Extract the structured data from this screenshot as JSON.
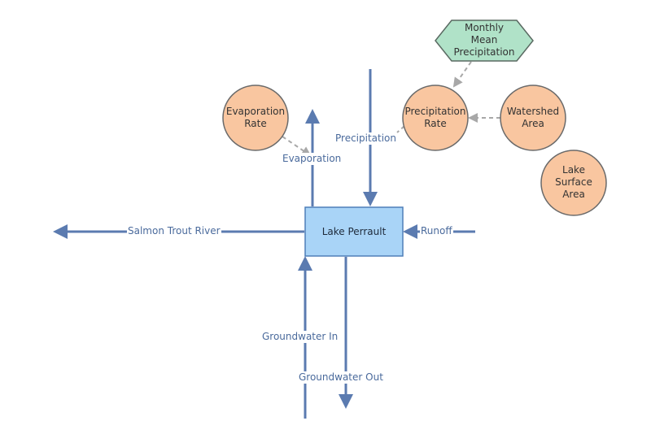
{
  "colors": {
    "flow": "#5b7bb0",
    "flow_label": "#4a6a9c",
    "link": "#a8a8a8",
    "stock_fill": "#a9d4f7",
    "stock_border": "#4f7fb8",
    "converter_fill": "#f9c6a0",
    "converter_border": "#6a6a6a",
    "hexagon_fill": "#b0e2c8",
    "hexagon_border": "#5a6a62"
  },
  "stock": {
    "label": "Lake Perrault"
  },
  "flows": {
    "precipitation": "Precipitation",
    "evaporation": "Evaporation",
    "salmon_trout_river": "Salmon Trout River",
    "runoff": "Runoff",
    "groundwater_in": "Groundwater In",
    "groundwater_out": "Groundwater Out"
  },
  "converters": {
    "evaporation_rate": [
      "Evaporation",
      "Rate"
    ],
    "precipitation_rate": [
      "Precipitation",
      "Rate"
    ],
    "watershed_area": [
      "Watershed",
      "Area"
    ],
    "lake_surface_area": [
      "Lake",
      "Surface",
      "Area"
    ]
  },
  "hexagon": {
    "monthly_mean_precipitation": [
      "Monthly",
      "Mean",
      "Precipitation"
    ]
  }
}
